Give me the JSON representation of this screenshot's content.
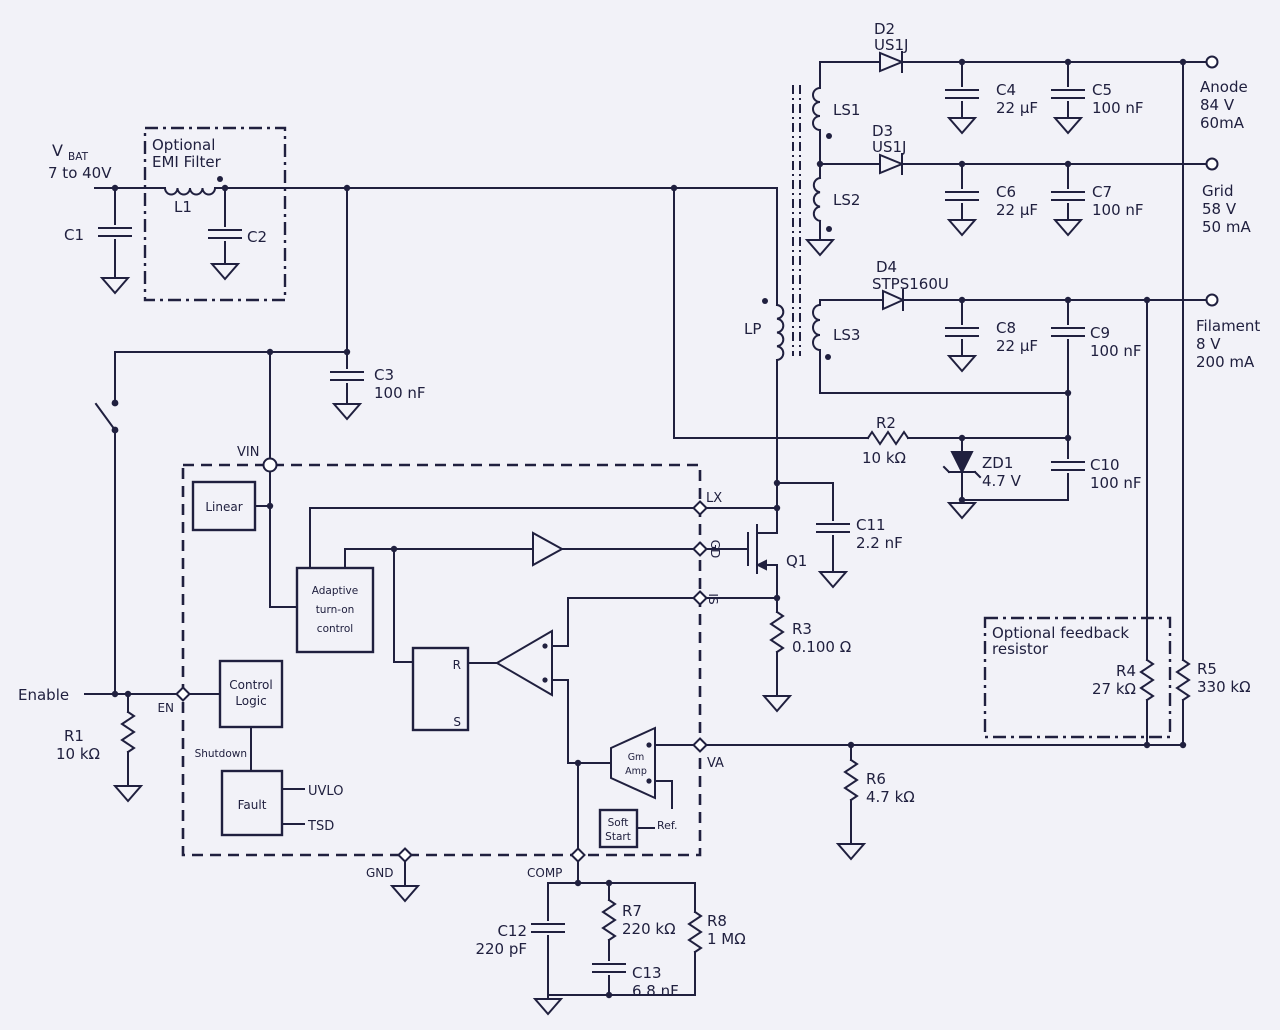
{
  "input": {
    "vbat_main": "V",
    "vbat_sub": "BAT",
    "vbat_range": "7 to 40V",
    "enable_label": "Enable"
  },
  "emi": {
    "title_line1": "Optional",
    "title_line2": "EMI Filter",
    "l1": "L1",
    "c1": "C1",
    "c2": "C2"
  },
  "c3": {
    "ref": "C3",
    "val": "100 nF"
  },
  "xfmr": {
    "lp": "LP",
    "ls1": "LS1",
    "ls2": "LS2",
    "ls3": "LS3"
  },
  "diodes": {
    "d2_ref": "D2",
    "d2_val": "US1J",
    "d3_ref": "D3",
    "d3_val": "US1J",
    "d4_ref": "D4",
    "d4_val": "STPS160U"
  },
  "caps": {
    "c4_ref": "C4",
    "c4_val": "22 µF",
    "c5_ref": "C5",
    "c5_val": "100 nF",
    "c6_ref": "C6",
    "c6_val": "22 µF",
    "c7_ref": "C7",
    "c7_val": "100 nF",
    "c8_ref": "C8",
    "c8_val": "22 µF",
    "c9_ref": "C9",
    "c9_val": "100 nF",
    "c10_ref": "C10",
    "c10_val": "100 nF",
    "c11_ref": "C11",
    "c11_val": "2.2 nF",
    "c12_ref": "C12",
    "c12_val": "220 pF",
    "c13_ref": "C13",
    "c13_val": "6.8 nF"
  },
  "resistors": {
    "r1_ref": "R1",
    "r1_val": "10 kΩ",
    "r2_ref": "R2",
    "r2_val": "10 kΩ",
    "r3_ref": "R3",
    "r3_val": "0.100 Ω",
    "r4_ref": "R4",
    "r4_val": "27 kΩ",
    "r5_ref": "R5",
    "r5_val": "330 kΩ",
    "r6_ref": "R6",
    "r6_val": "4.7 kΩ",
    "r7_ref": "R7",
    "r7_val": "220 kΩ",
    "r8_ref": "R8",
    "r8_val": "1 MΩ"
  },
  "zd1": {
    "ref": "ZD1",
    "val": "4.7 V"
  },
  "q1": {
    "ref": "Q1"
  },
  "outputs": {
    "anode": {
      "name": "Anode",
      "voltage": "84 V",
      "current": "60mA"
    },
    "grid": {
      "name": "Grid",
      "voltage": "58 V",
      "current": "50 mA"
    },
    "filament": {
      "name": "Filament",
      "voltage": "8 V",
      "current": "200 mA"
    }
  },
  "feedback_box": {
    "line1": "Optional feedback",
    "line2": "resistor"
  },
  "ic": {
    "pins": {
      "vin": "VIN",
      "lx": "LX",
      "gd": "GD",
      "is": "IS",
      "en": "EN",
      "va": "VA",
      "gnd": "GND",
      "comp": "COMP"
    },
    "blocks": {
      "linear": "Linear",
      "adaptive_l1": "Adaptive",
      "adaptive_l2": "turn-on",
      "adaptive_l3": "control",
      "control_l1": "Control",
      "control_l2": "Logic",
      "fault": "Fault",
      "soft_l1": "Soft",
      "soft_l2": "Start",
      "gm_l1": "Gm",
      "gm_l2": "Amp",
      "latch_r": "R",
      "latch_s": "S"
    },
    "signals": {
      "shutdown": "Shutdown",
      "uvlo": "UVLO",
      "tsd": "TSD",
      "ref": "Ref."
    }
  },
  "colors": {
    "ink": "#20203f",
    "background": "#f2f2f8"
  }
}
